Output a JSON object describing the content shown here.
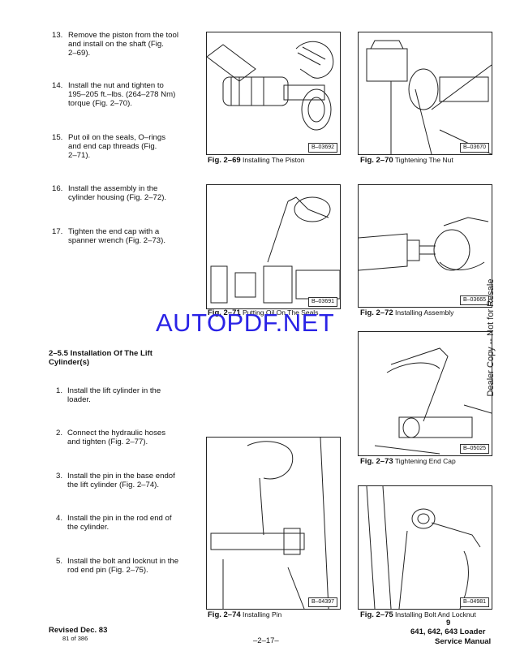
{
  "steps_top": [
    {
      "num": "13.",
      "text": "Remove the piston from the tool\nand  install on the shaft    (Fig.\n2–69)."
    },
    {
      "num": "14.",
      "text": "Install  the nut and tighten to\n195–205 ft.–lbs. (264–278 Nm)\ntorque (Fig. 2–70)."
    },
    {
      "num": "15.",
      "text": "Put  oil on the seals, O–rings\nand   end cap threads (Fig.\n2–71)."
    },
    {
      "num": "16.",
      "text": "Install   the assembly in       the\ncylinder housing (Fig. 2–72)."
    },
    {
      "num": "17.",
      "text": "Tighten  the end cap with a\nspanner wrench (Fig. 2–73)."
    }
  ],
  "section_heading": "2–5.5   Installation Of The Lift\nCylinder(s)",
  "steps_bottom": [
    {
      "num": "1.",
      "text": "Install  the lift cylinder in the\nloader."
    },
    {
      "num": "2.",
      "text": "Connect  the hydraulic hoses\nand tighten (Fig. 2–77)."
    },
    {
      "num": "3.",
      "text": "Install the pin in the base endof\nthe lift cylinder (Fig. 2–74)."
    },
    {
      "num": "4.",
      "text": "Install the pin in the rod  end of\nthe cylinder."
    },
    {
      "num": "5.",
      "text": "Install the bolt and locknut in the\nrod end pin (Fig. 2–75)."
    }
  ],
  "figures": [
    {
      "code": "B–03692",
      "label": "Fig. 2–69",
      "caption": "Installing The Piston"
    },
    {
      "code": "B–03670",
      "label": "Fig. 2–70",
      "caption": "Tightening The Nut"
    },
    {
      "code": "B–03691",
      "label": "Fig. 2–71",
      "caption": "Putting Oil On The Seals"
    },
    {
      "code": "B–03665",
      "label": "Fig. 2–72",
      "caption": "Installing Assembly"
    },
    {
      "code": "B–05025",
      "label": "Fig. 2–73",
      "caption": "Tightening End Cap"
    },
    {
      "code": "B–04397",
      "label": "Fig. 2–74",
      "caption": "Installing Pin"
    },
    {
      "code": "B–04981",
      "label": "Fig. 2–75",
      "caption": "Installing Bolt And Locknut"
    }
  ],
  "watermark": "AUTOPDF.NET",
  "side_text": "Dealer Copy -- Not for Resale",
  "footer": {
    "revised": "Revised Dec. 83",
    "page_count": "81 of 386",
    "page_number": "–2–17–",
    "page_index": "9",
    "model": "641, 642, 643 Loader",
    "manual": "Service Manual"
  },
  "colors": {
    "watermark": "#2a23e6",
    "line": "#222222"
  }
}
